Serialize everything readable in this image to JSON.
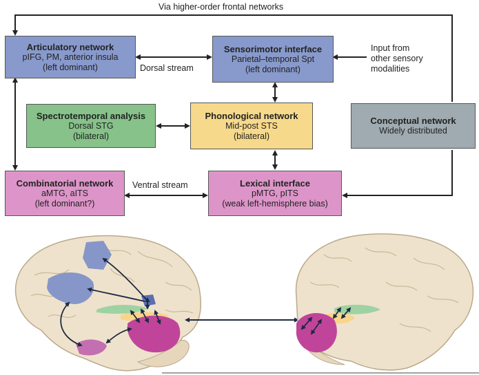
{
  "top_label": "Via higher-order frontal networks",
  "dorsal_label": "Dorsal stream",
  "ventral_label": "Ventral stream",
  "input_label": [
    "Input from",
    "other sensory",
    "modalities"
  ],
  "boxes": {
    "articulatory": {
      "title": "Articulatory network",
      "lines": [
        "pIFG, PM, anterior insula",
        "(left dominant)"
      ],
      "color": "#8899cc"
    },
    "sensorimotor": {
      "title": "Sensorimotor interface",
      "lines": [
        "Parietal–temporal Spt",
        "(left dominant)"
      ],
      "color": "#8899cc"
    },
    "spectrotemporal": {
      "title": "Spectrotemporal analysis",
      "lines": [
        "Dorsal STG",
        "(bilateral)"
      ],
      "color": "#86c28a"
    },
    "phonological": {
      "title": "Phonological network",
      "lines": [
        "Mid-post STS",
        "(bilateral)"
      ],
      "color": "#f7d98b"
    },
    "conceptual": {
      "title": "Conceptual network",
      "lines": [
        "Widely distributed"
      ],
      "color": "#9fabb0"
    },
    "combinatorial": {
      "title": "Combinatorial network",
      "lines": [
        "aMTG, aITS",
        "(left dominant?)"
      ],
      "color": "#dd95c9"
    },
    "lexical": {
      "title": "Lexical interface",
      "lines": [
        "pMTG, pITS",
        "(weak left-hemisphere bias)"
      ],
      "color": "#dd95c9"
    }
  }
}
